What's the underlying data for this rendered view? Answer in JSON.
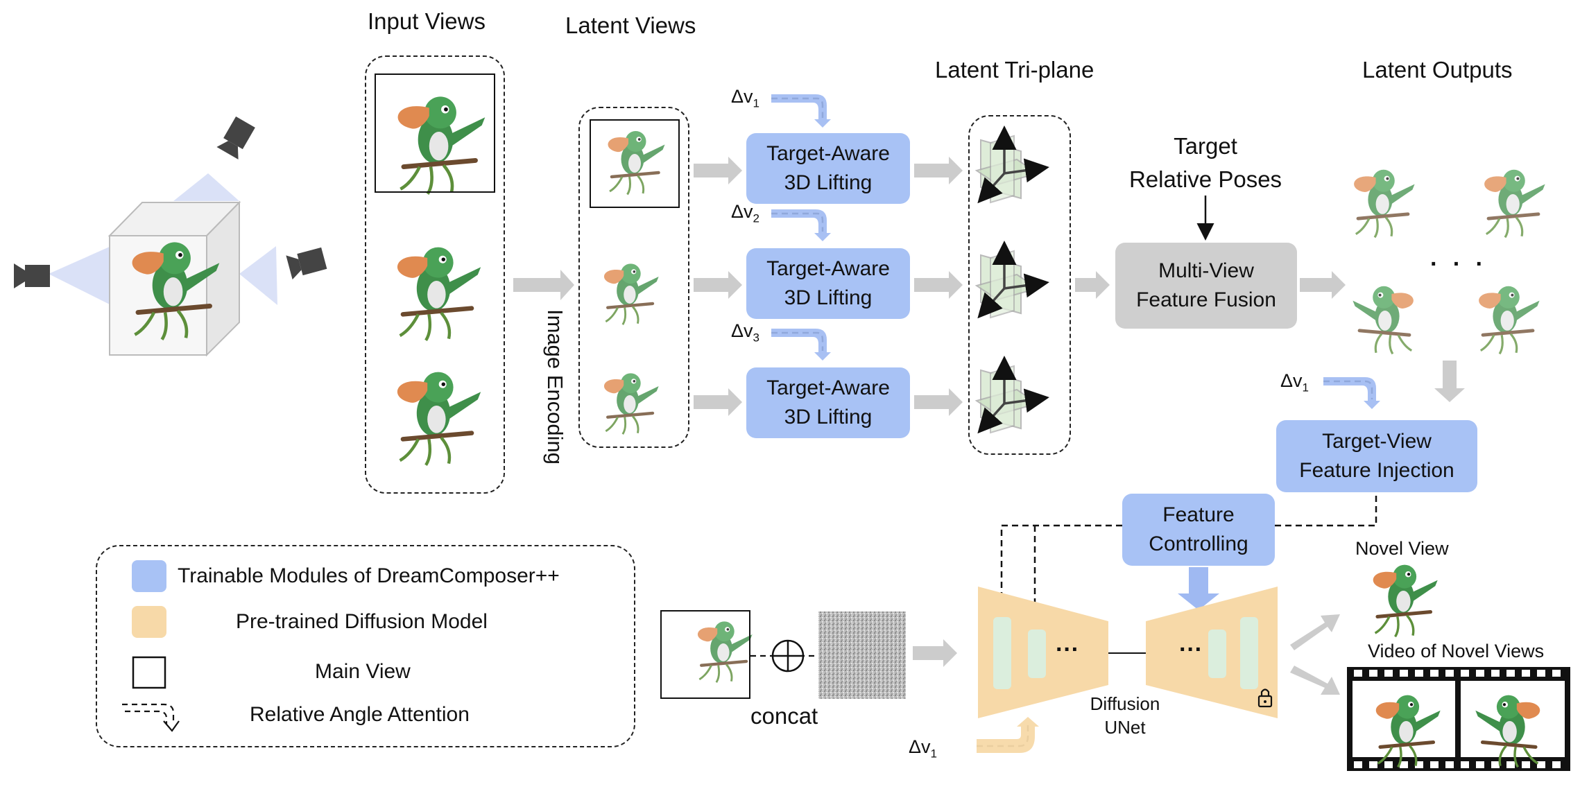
{
  "headings": {
    "input_views": "Input Views",
    "latent_views": "Latent Views",
    "latent_triplane": "Latent Tri-plane",
    "latent_outputs": "Latent Outputs",
    "target_relative_poses_line1": "Target",
    "target_relative_poses_line2": "Relative Poses",
    "image_encoding": "Image Encoding",
    "novel_view": "Novel View",
    "video_of_novel_views": "Video of Novel Views",
    "concat": "concat",
    "diffusion_unet_line1": "Diffusion",
    "diffusion_unet_line2": "UNet",
    "ellipsis": "· · ·",
    "unet_dots": "···"
  },
  "modules": {
    "lifting_line1": "Target-Aware",
    "lifting_line2": "3D Lifting",
    "fusion_line1": "Multi-View",
    "fusion_line2": "Feature Fusion",
    "injection_line1": "Target-View",
    "injection_line2": "Feature Injection",
    "controlling_line1": "Feature",
    "controlling_line2": "Controlling"
  },
  "delta_labels": {
    "v1": "Δv",
    "v1_sub": "1",
    "v2_sub": "2",
    "v3_sub": "3"
  },
  "legend": {
    "trainable": "Trainable Modules of DreamComposer++",
    "pretrained": "Pre-trained Diffusion Model",
    "main_view": "Main View",
    "relative_angle": "Relative Angle Attention"
  },
  "colors": {
    "trainable_blue": "#a8c2f5",
    "pretrained_orange": "#f7d9a8",
    "fusion_grey": "#cfcfcf",
    "arrow_grey": "#cccccc",
    "parrot_green": "#3f8f4a",
    "parrot_beak": "#e08a50"
  }
}
